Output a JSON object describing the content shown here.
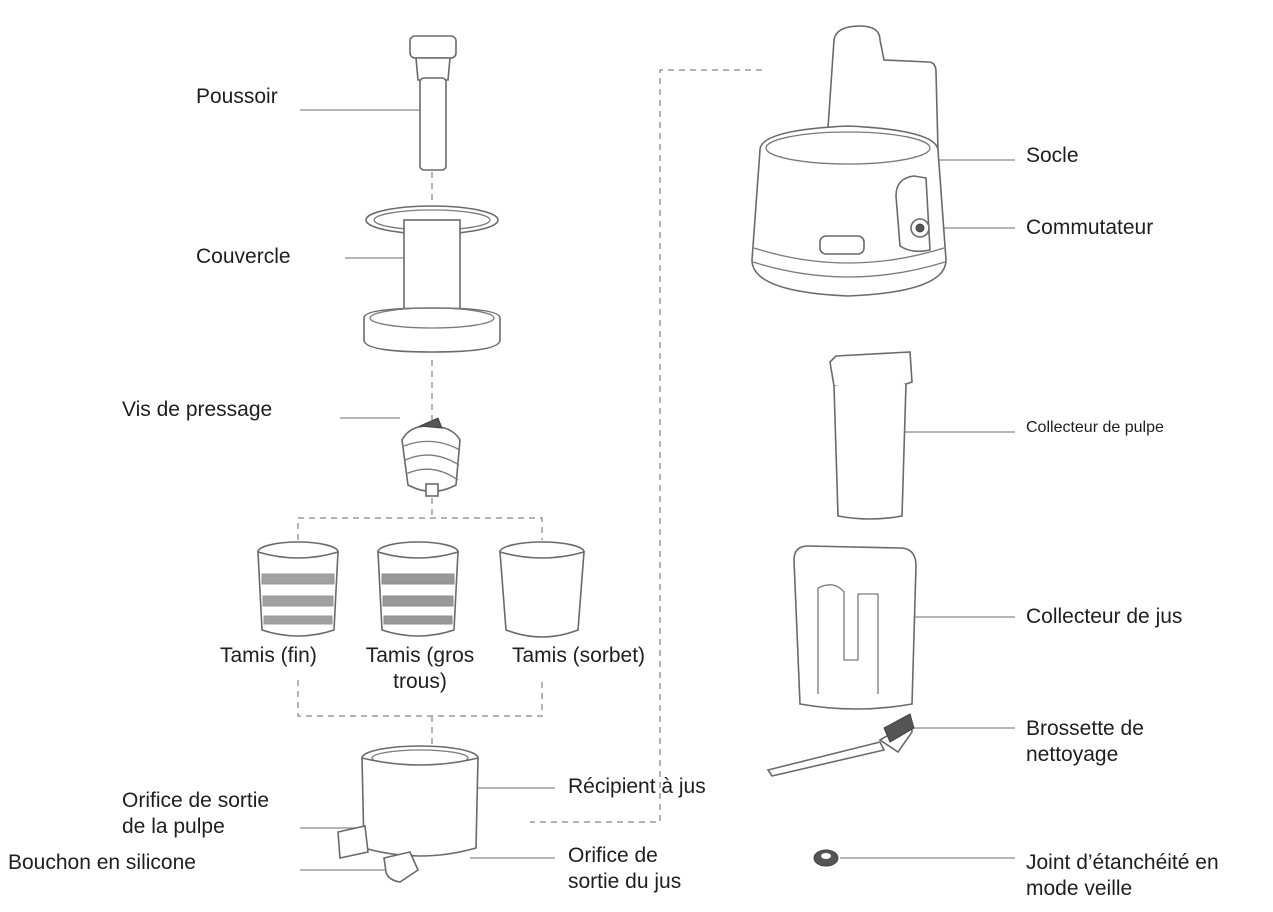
{
  "labels": {
    "poussoir": "Poussoir",
    "couvercle": "Couvercle",
    "vis": "Vis de pressage",
    "tamis_fin": "Tamis (fin)",
    "tamis_gros_1": "Tamis (gros",
    "tamis_gros_2": "trous)",
    "tamis_sorbet": "Tamis (sorbet)",
    "recipient": "Récipient à jus",
    "orifice_pulpe_1": "Orifice de sortie",
    "orifice_pulpe_2": "de la pulpe",
    "bouchon": "Bouchon en silicone",
    "orifice_jus_1": "Orifice de",
    "orifice_jus_2": "sortie du jus",
    "socle": "Socle",
    "commutateur": "Commutateur",
    "collecteur_pulpe": "Collecteur de pulpe",
    "collecteur_jus": "Collecteur de jus",
    "brossette_1": "Brossette de",
    "brossette_2": "nettoyage",
    "joint_1": "Joint d’étanchéité en",
    "joint_2": "mode veille"
  }
}
